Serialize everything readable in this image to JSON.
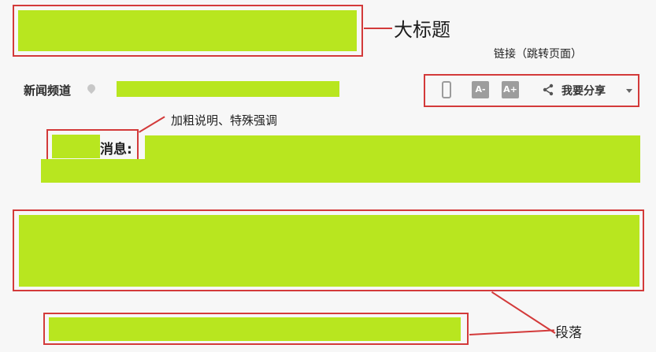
{
  "annotations": {
    "title_label": "大标题",
    "link_label": "链接（跳转页面）",
    "bold_note_label": "加粗说明、特殊强调",
    "paragraph_label": "段落"
  },
  "news": {
    "channel_label": "新闻频道",
    "message_prefix": "消息:"
  },
  "toolbar": {
    "font_small_label": "A-",
    "font_large_label": "A+",
    "share_label": "我要分享"
  },
  "colors": {
    "green_block": "#b8e61f",
    "annotation_red": "#d33a3a"
  }
}
